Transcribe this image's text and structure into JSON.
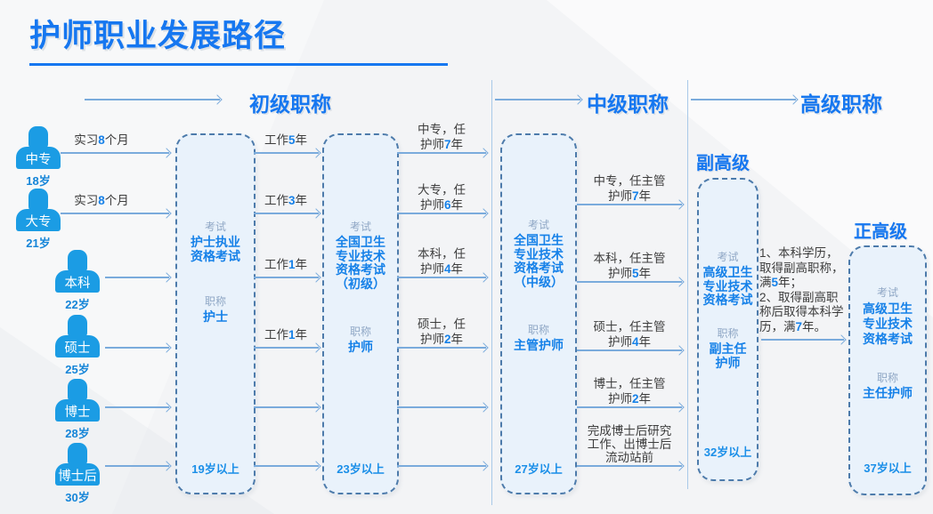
{
  "title": "护师职业发展路径",
  "headers": {
    "junior": "初级职称",
    "intermediate": "中级职称",
    "senior": "高级职称"
  },
  "sub_headers": {
    "deputy": "副高级",
    "full": "正高级"
  },
  "persons": [
    {
      "label": "中专",
      "age": "18岁"
    },
    {
      "label": "大专",
      "age": "21岁"
    },
    {
      "label": "本科",
      "age": "22岁"
    },
    {
      "label": "硕士",
      "age": "25岁"
    },
    {
      "label": "博士",
      "age": "28岁"
    },
    {
      "label": "博士后",
      "age": "30岁"
    }
  ],
  "entry_arrows": [
    {
      "pre": "实习",
      "num": "8",
      "post": "个月"
    },
    {
      "pre": "实习",
      "num": "8",
      "post": "个月"
    }
  ],
  "work_arrows": [
    {
      "pre": "工作",
      "num": "5",
      "post": "年"
    },
    {
      "pre": "工作",
      "num": "3",
      "post": "年"
    },
    {
      "pre": "工作",
      "num": "1",
      "post": "年"
    },
    {
      "pre": "工作",
      "num": "1",
      "post": "年"
    }
  ],
  "to_intermediate": [
    {
      "l1": "中专，任",
      "l2a": "护师",
      "num": "7",
      "l2b": "年"
    },
    {
      "l1": "大专，任",
      "l2a": "护师",
      "num": "6",
      "l2b": "年"
    },
    {
      "l1": "本科，任",
      "l2a": "护师",
      "num": "4",
      "l2b": "年"
    },
    {
      "l1": "硕士，任",
      "l2a": "护师",
      "num": "2",
      "l2b": "年"
    }
  ],
  "to_deputy": [
    {
      "l1": "中专，任主管",
      "l2a": "护师",
      "num": "7",
      "l2b": "年"
    },
    {
      "l1": "本科，任主管",
      "l2a": "护师",
      "num": "5",
      "l2b": "年"
    },
    {
      "l1": "硕士，任主管",
      "l2a": "护师",
      "num": "4",
      "l2b": "年"
    },
    {
      "l1": "博士，任主管",
      "l2a": "护师",
      "num": "2",
      "l2b": "年"
    },
    {
      "l1": "完成博士后研究",
      "l2": "工作、出博士后",
      "l3": "流动站前"
    }
  ],
  "to_full": {
    "l1": "1、本科学历，",
    "l2": "取得副高职称，",
    "l3a": "满",
    "l3n": "5",
    "l3b": "年；",
    "l4": "2、取得副高职",
    "l5": "称后取得本科学",
    "l6a": "历，满",
    "l6n": "7",
    "l6b": "年。"
  },
  "stages": {
    "license": {
      "exam_label": "考试",
      "exam_lines": [
        "护士执业",
        "资格考试"
      ],
      "rank_label": "职称",
      "rank": "护士",
      "age": "19岁以上"
    },
    "junior": {
      "exam_label": "考试",
      "exam_lines": [
        "全国卫生",
        "专业技术",
        "资格考试",
        "（初级）"
      ],
      "rank_label": "职称",
      "rank": "护师",
      "age": "23岁以上"
    },
    "intermediate": {
      "exam_label": "考试",
      "exam_lines": [
        "全国卫生",
        "专业技术",
        "资格考试",
        "（中级）"
      ],
      "rank_label": "职称",
      "rank": "主管护师",
      "age": "27岁以上"
    },
    "deputy": {
      "exam_label": "考试",
      "exam_lines": [
        "高级卫生",
        "专业技术",
        "资格考试"
      ],
      "rank_label": "职称",
      "rank_lines": [
        "副主任",
        "护师"
      ],
      "age": "32岁以上"
    },
    "full": {
      "exam_label": "考试",
      "exam_lines": [
        "高级卫生",
        "专业技术",
        "资格考试"
      ],
      "rank_label": "职称",
      "rank": "主任护师",
      "age": "37岁以上"
    }
  },
  "colors": {
    "primary_blue": "#1677f0",
    "box_text_blue": "#1681e8",
    "icon_blue": "#1b9ce4",
    "arrow_blue": "#7aabdc"
  }
}
